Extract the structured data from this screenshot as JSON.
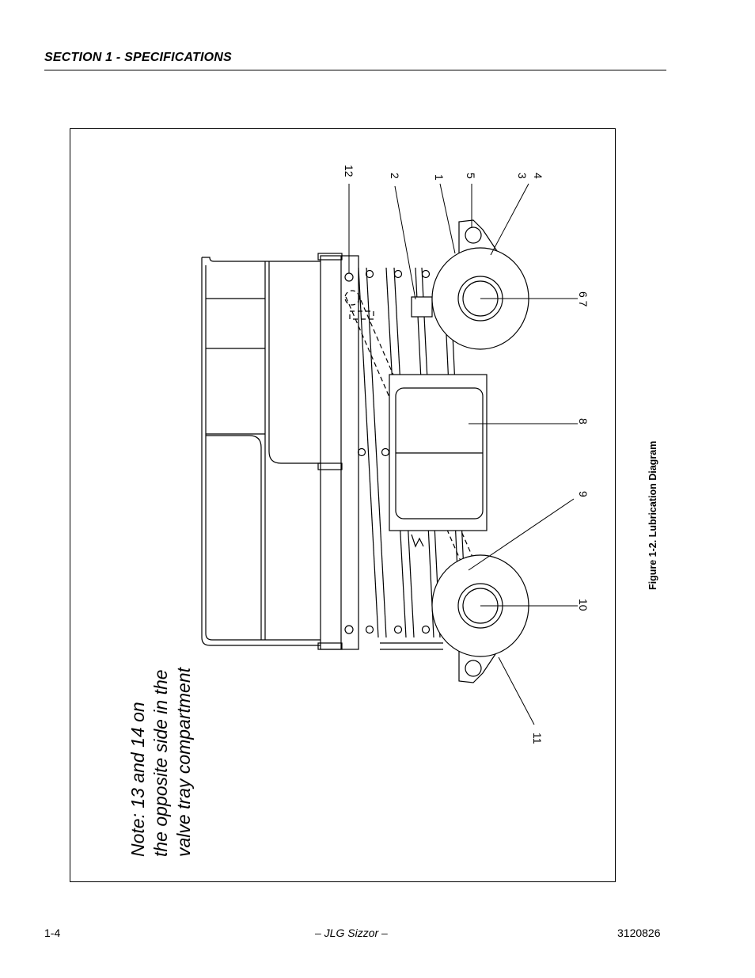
{
  "header": {
    "section": "SECTION 1 - SPECIFICATIONS"
  },
  "figure": {
    "caption": "Figure 1-2.  Lubrication Diagram",
    "note_lines": [
      "Note: 13 and 14 on",
      "the opposite side in the",
      "valve tray compartment"
    ],
    "callouts": {
      "c12": "12",
      "c2": "2",
      "c1": "1",
      "c5": "5",
      "c3": "3",
      "c4": "4",
      "c67": "6 7",
      "c8": "8",
      "c9": "9",
      "c10": "10",
      "c11": "11"
    }
  },
  "footer": {
    "page": "1-4",
    "title": "– JLG Sizzor –",
    "doc_number": "3120826"
  }
}
